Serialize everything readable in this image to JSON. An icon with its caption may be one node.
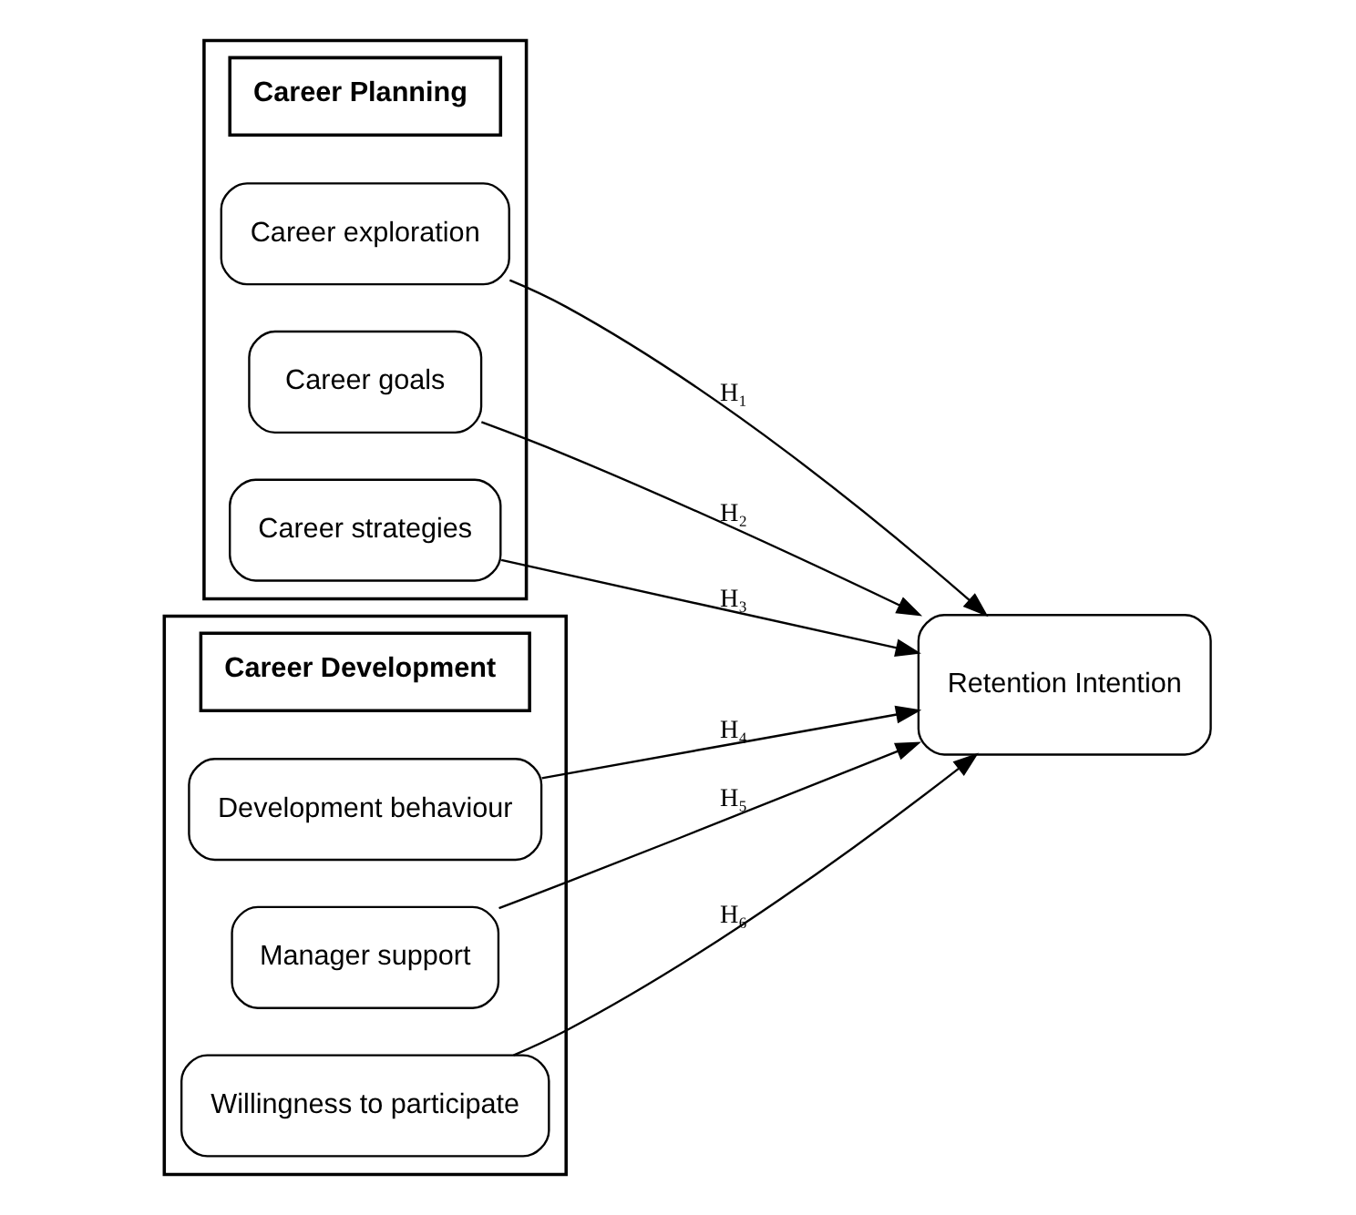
{
  "diagram": {
    "nodes": [
      {
        "text": [],
        "shape": "box"
      },
      {
        "text": [
          "Career Planning"
        ],
        "in": 0
      },
      {
        "text": [
          "Career exploration"
        ],
        "in": 0
      },
      {
        "text": [
          "Career goals"
        ],
        "in": 0
      },
      {
        "text": [
          "Career strategies"
        ],
        "in": 0
      },
      {
        "text": [],
        "shape": "box"
      },
      {
        "text": [
          "Career Development"
        ],
        "in": 5
      },
      {
        "text": [
          "Development behaviour"
        ],
        "in": 5
      },
      {
        "text": [
          "Manager support"
        ],
        "in": 5
      },
      {
        "text": [
          "Willingness to participate"
        ],
        "in": 5
      },
      {
        "text": [
          "Retention Intention"
        ]
      }
    ],
    "edges": [
      {
        "from": 2,
        "to": 10,
        "arrow": "to",
        "label": "H₁"
      },
      {
        "from": 3,
        "to": 10,
        "arrow": "to",
        "label": "H₂"
      },
      {
        "from": 4,
        "to": 10,
        "arrow": "to",
        "label": "H₃"
      },
      {
        "from": 7,
        "to": 10,
        "arrow": "to",
        "label": "H₄"
      },
      {
        "from": 8,
        "to": 10,
        "arrow": "to",
        "label": "H₅"
      },
      {
        "from": 9,
        "to": 10,
        "arrow": "to",
        "label": "H₆"
      }
    ]
  }
}
